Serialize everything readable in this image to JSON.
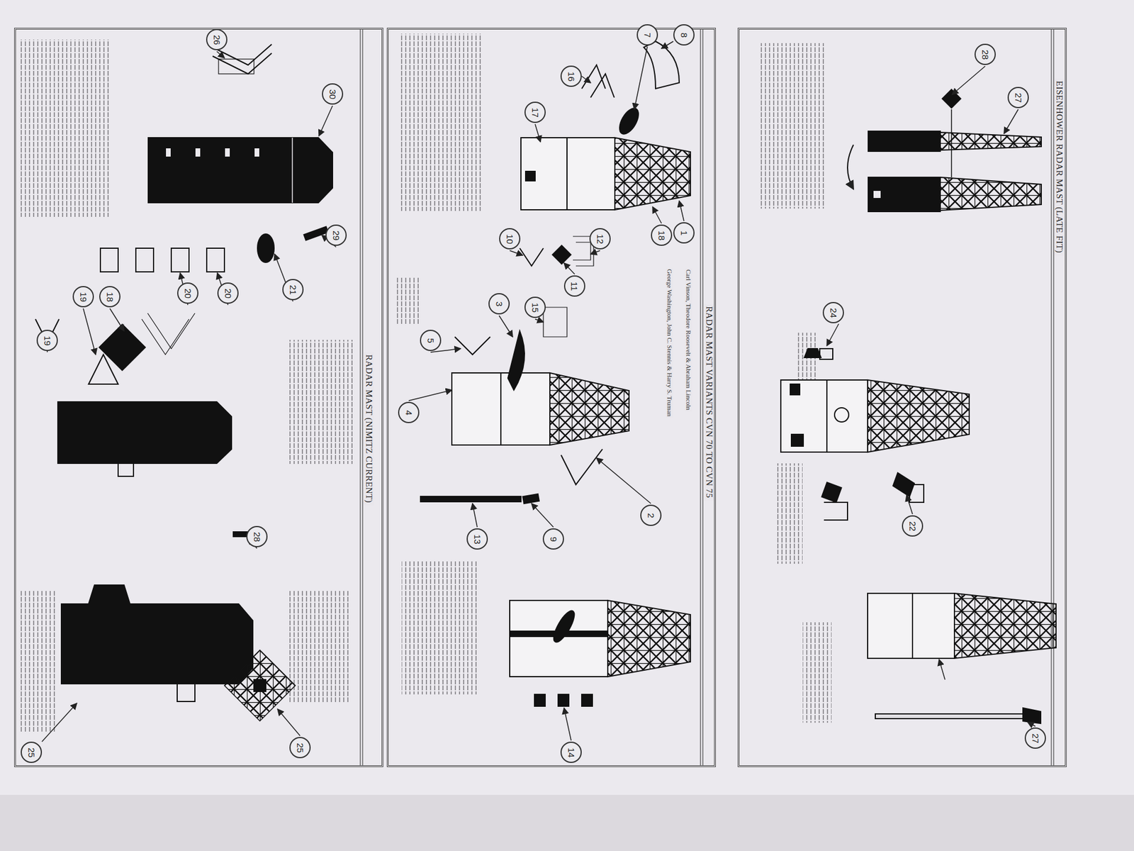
{
  "diagram": {
    "nodes": [
      {
        "text": [
          "EISENHOWER RADAR MAST (LATE FIT)"
        ]
      },
      {
        "text": [
          "28"
        ],
        "in": 0
      },
      {
        "text": [
          "27"
        ],
        "in": 0
      },
      {
        "text": [
          "24"
        ],
        "in": 0
      },
      {
        "text": [
          "22"
        ],
        "in": 0
      },
      {
        "text": [
          "27"
        ],
        "in": 0
      },
      {
        "text": [
          "RADAR MAST VARIANTS CVN 70 TO CVN 75"
        ]
      },
      {
        "text": [
          "8"
        ],
        "in": 6
      },
      {
        "text": [
          "7"
        ],
        "in": 6
      },
      {
        "text": [
          "16"
        ],
        "in": 6
      },
      {
        "text": [
          "17"
        ],
        "in": 6
      },
      {
        "text": [
          "1"
        ],
        "in": 6
      },
      {
        "text": [
          "18"
        ],
        "in": 6
      },
      {
        "text": [
          "12"
        ],
        "in": 6
      },
      {
        "text": [
          "11"
        ],
        "in": 6
      },
      {
        "text": [
          "10"
        ],
        "in": 6
      },
      {
        "text": [
          "3"
        ],
        "in": 6
      },
      {
        "text": [
          "15"
        ],
        "in": 6
      },
      {
        "text": [
          "5"
        ],
        "in": 6
      },
      {
        "text": [
          "4"
        ],
        "in": 6
      },
      {
        "text": [
          "2"
        ],
        "in": 6
      },
      {
        "text": [
          "9"
        ],
        "in": 6
      },
      {
        "text": [
          "13"
        ],
        "in": 6
      },
      {
        "text": [
          "14"
        ],
        "in": 6
      },
      {
        "text": [
          "RADAR MAST (NIMITZ CURRENT)"
        ]
      },
      {
        "text": [
          "30"
        ],
        "in": 24
      },
      {
        "text": [
          "26"
        ],
        "in": 24
      },
      {
        "text": [
          "29"
        ],
        "in": 24
      },
      {
        "text": [
          "21"
        ],
        "in": 24
      },
      {
        "text": [
          "20"
        ],
        "in": 24
      },
      {
        "text": [
          "20"
        ],
        "in": 24
      },
      {
        "text": [
          "18"
        ],
        "in": 24
      },
      {
        "text": [
          "19"
        ],
        "in": 24
      },
      {
        "text": [
          "19"
        ],
        "in": 24
      },
      {
        "text": [
          "28"
        ],
        "in": 24
      },
      {
        "text": [
          "25"
        ],
        "in": 24
      },
      {
        "text": [
          "25"
        ],
        "in": 24
      }
    ],
    "labels": [
      "Carl Vinson, Theodore Roosevelt & Abraham Lincoln",
      "George Washington, John C. Stennis & Harry S. Truman"
    ]
  }
}
